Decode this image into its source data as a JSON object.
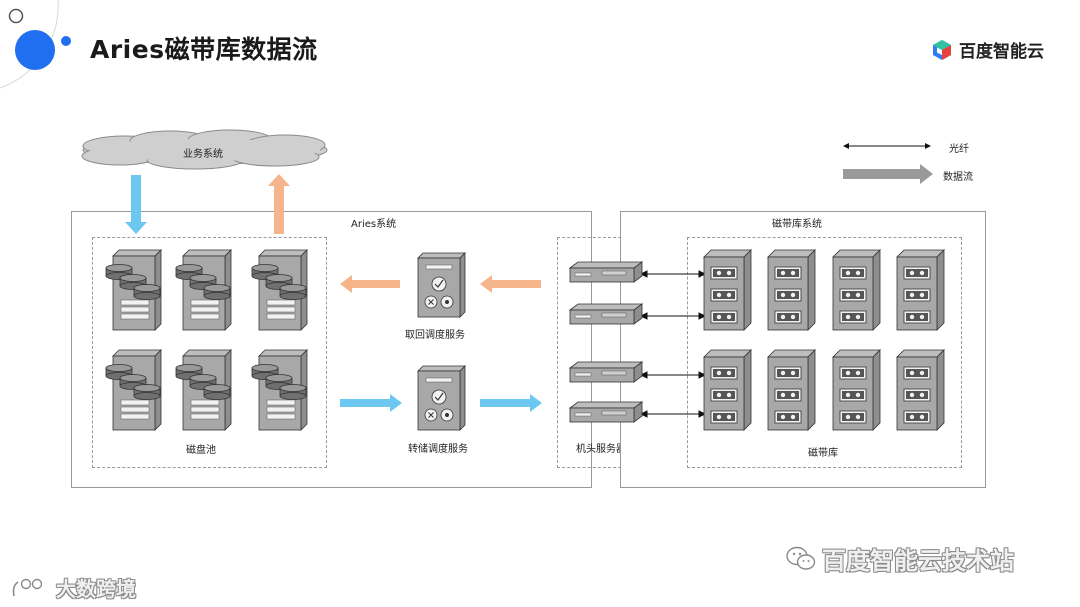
{
  "title": "Aries磁带库数据流",
  "brand": {
    "name": "百度智能云"
  },
  "legend": {
    "fiber_label": "光纤",
    "dataflow_label": "数据流"
  },
  "business_system": {
    "label": "业务系统"
  },
  "aries_system": {
    "label": "Aries系统",
    "disk_pool_label": "磁盘池",
    "retrieve_service_label": "取回调度服务",
    "dump_service_label": "转储调度服务"
  },
  "head_server": {
    "label": "机头服务器"
  },
  "tape_system": {
    "label": "磁带库系统",
    "tape_library_label": "磁带库"
  },
  "watermarks": {
    "wechat": "百度智能云技术站",
    "bottom_left": "大数跨境"
  },
  "colors": {
    "accent_blue": "#1f6ff0",
    "flow_blue": "#6cc8f0",
    "flow_orange": "#f5b48a"
  }
}
